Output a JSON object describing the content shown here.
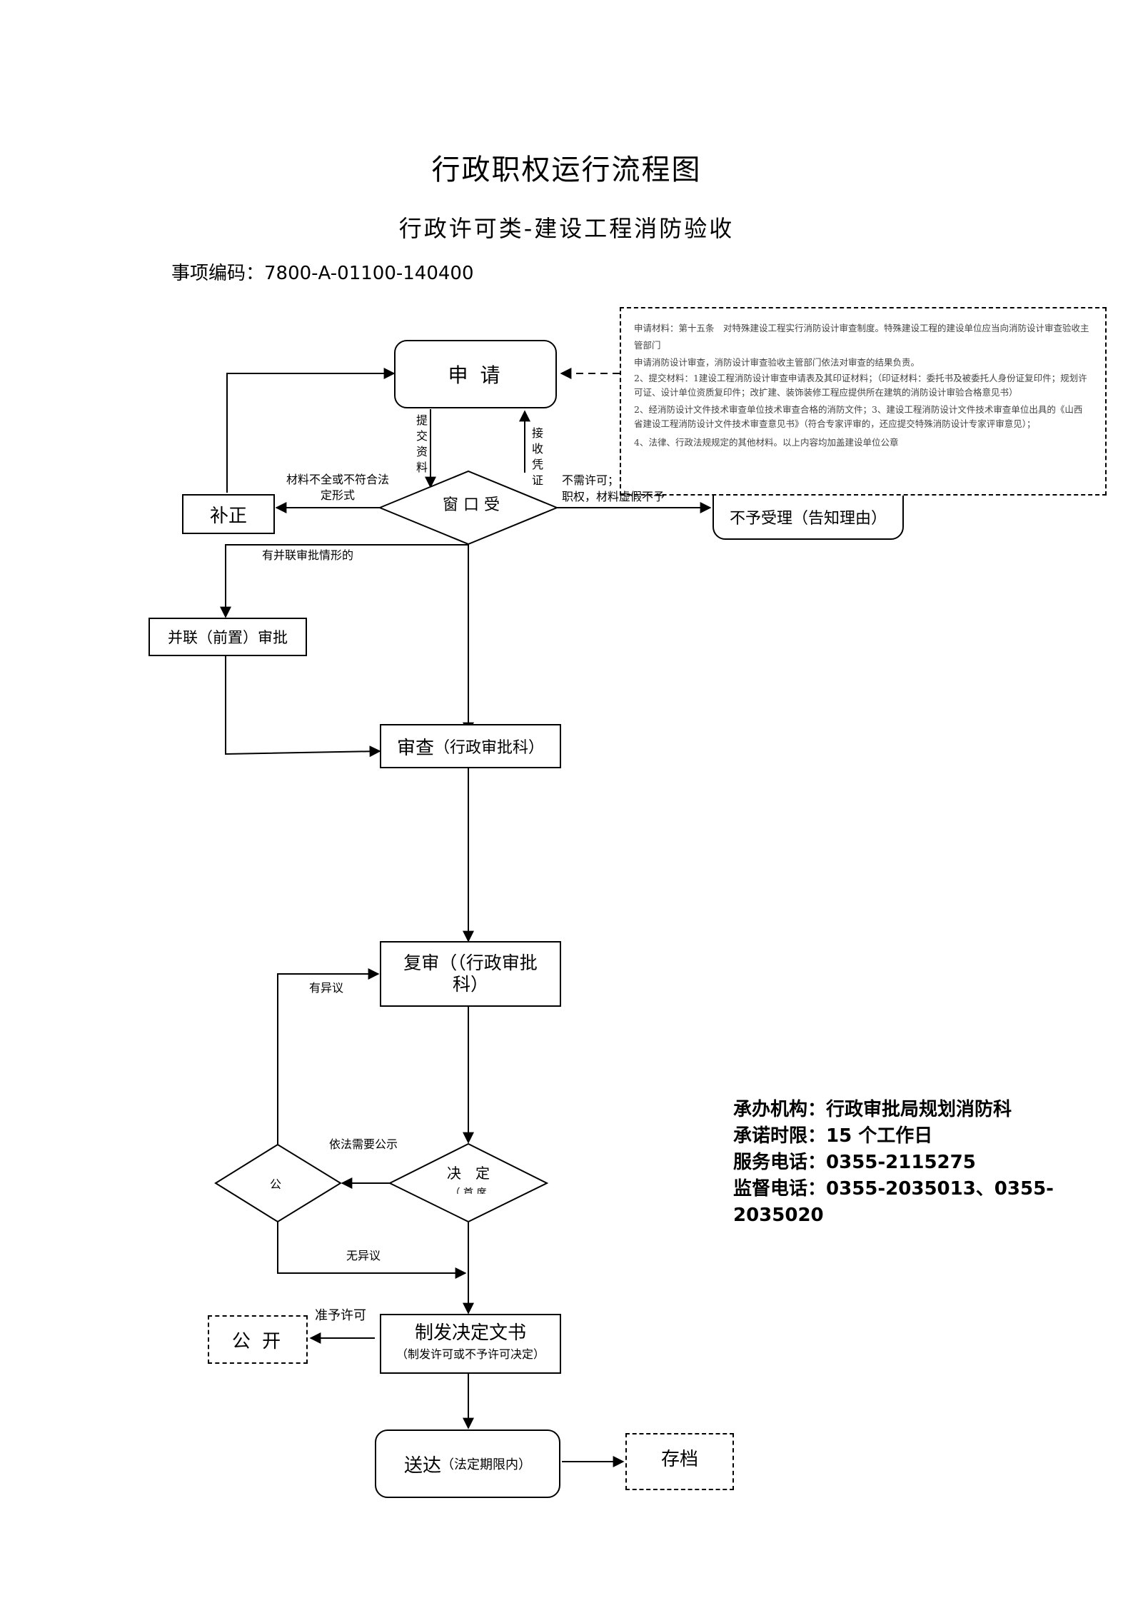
{
  "header": {
    "title": "行政职权运行流程图",
    "subtitle": "行政许可类-建设工程消防验收",
    "code": "事项编码：7800-A-01100-140400"
  },
  "nodes": {
    "apply": "申 请",
    "window": "窗 口 受",
    "correct": "补正",
    "reject": "不予受理（告知理由）",
    "parallel": "并联（前置）审批",
    "review_main": "审查",
    "review_sub": "（行政审批科）",
    "recheck_main": "复审（（行政审批",
    "recheck_line2": "科）",
    "decide": "决　定",
    "decide_sub": "（ 首 席",
    "publicize": "公",
    "issue_main": "制发决定文书",
    "issue_sub": "（制发许可或不予许可决定）",
    "open": "公 开",
    "deliver_main": "送达",
    "deliver_sub": "（法定期限内）",
    "archive": "存档"
  },
  "edge_labels": {
    "submit": "提交资料",
    "receipt": "接收凭证",
    "incomplete": "材料不全或不符合法定形式",
    "no_permit": "不需许可；",
    "beyond": "职权，材料虚假不予",
    "parallel_case": "有并联审批情形的",
    "objection": "有异议",
    "need_public": "依法需要公示",
    "no_objection": "无异议",
    "grant": "准予许可"
  },
  "notes": [
    "申请材料：第十五条　对特殊建设工程实行消防设计审查制度。特殊建设工程的建设单位应当向消防设计审查验收主管部门",
    "申请消防设计审查，消防设计审查验收主管部门依法对审查的结果负责。",
    "2、提交材料：1建设工程消防设计审查申请表及其印证材料；（印证材料：委托书及被委托人身份证复印件；规划许可证、设计单位资质复印件；改扩建、装饰装修工程应提供所在建筑的消防设计审验合格意见书）",
    "2、经消防设计文件技术审查单位技术审查合格的消防文件；3、建设工程消防设计文件技术审查单位出具的《山西省建设工程消防设计文件技术审查意见书》（符合专家评审的，还应提交特殊消防设计专家评审意见）；",
    "4、法律、行政法规规定的其他材料。以上内容均加盖建设单位公章"
  ],
  "info": {
    "org_label": "承办机构：",
    "org": "行政审批局规划消防科",
    "time_label": "承诺时限：",
    "time": "15 个工作日",
    "service_label": "服务电话：",
    "service": "0355-2115275",
    "supervise_label": "监督电话：",
    "supervise": "0355-2035013、0355-2035020"
  }
}
